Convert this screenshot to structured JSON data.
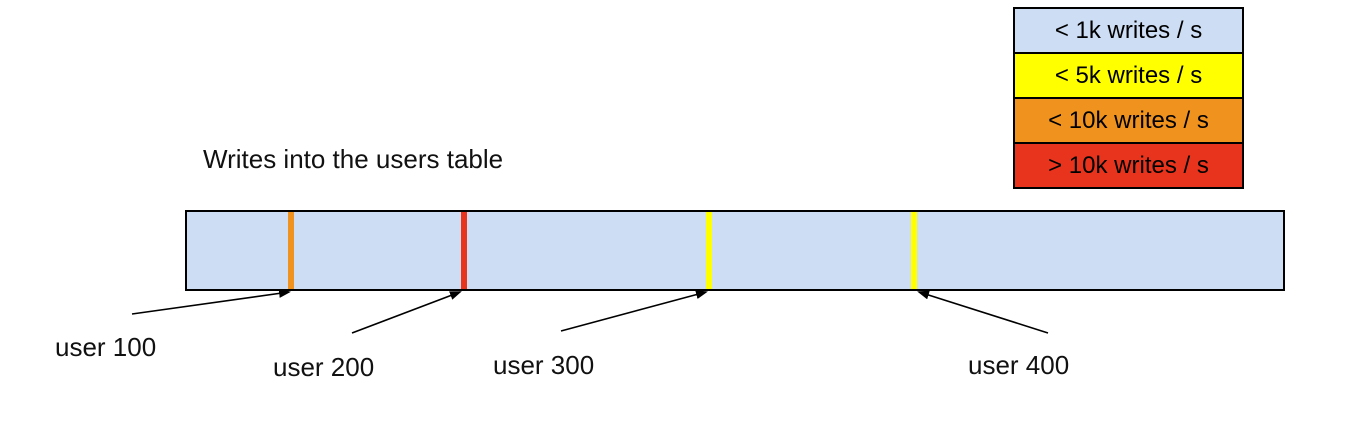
{
  "title": "Writes into the users table",
  "legend": {
    "items": [
      {
        "label": "< 1k writes / s",
        "color": "#cdddf3"
      },
      {
        "label": "< 5k writes / s",
        "color": "#ffff00"
      },
      {
        "label": "< 10k writes / s",
        "color": "#f0931e"
      },
      {
        "label": "> 10k writes / s",
        "color": "#e8341c"
      }
    ]
  },
  "bar": {
    "fill": "#cdddf3",
    "markers": [
      {
        "label": "user 100",
        "color": "#f0931e"
      },
      {
        "label": "user 200",
        "color": "#e8341c"
      },
      {
        "label": "user 300",
        "color": "#ffff00"
      },
      {
        "label": "user 400",
        "color": "#ffff00"
      }
    ]
  }
}
